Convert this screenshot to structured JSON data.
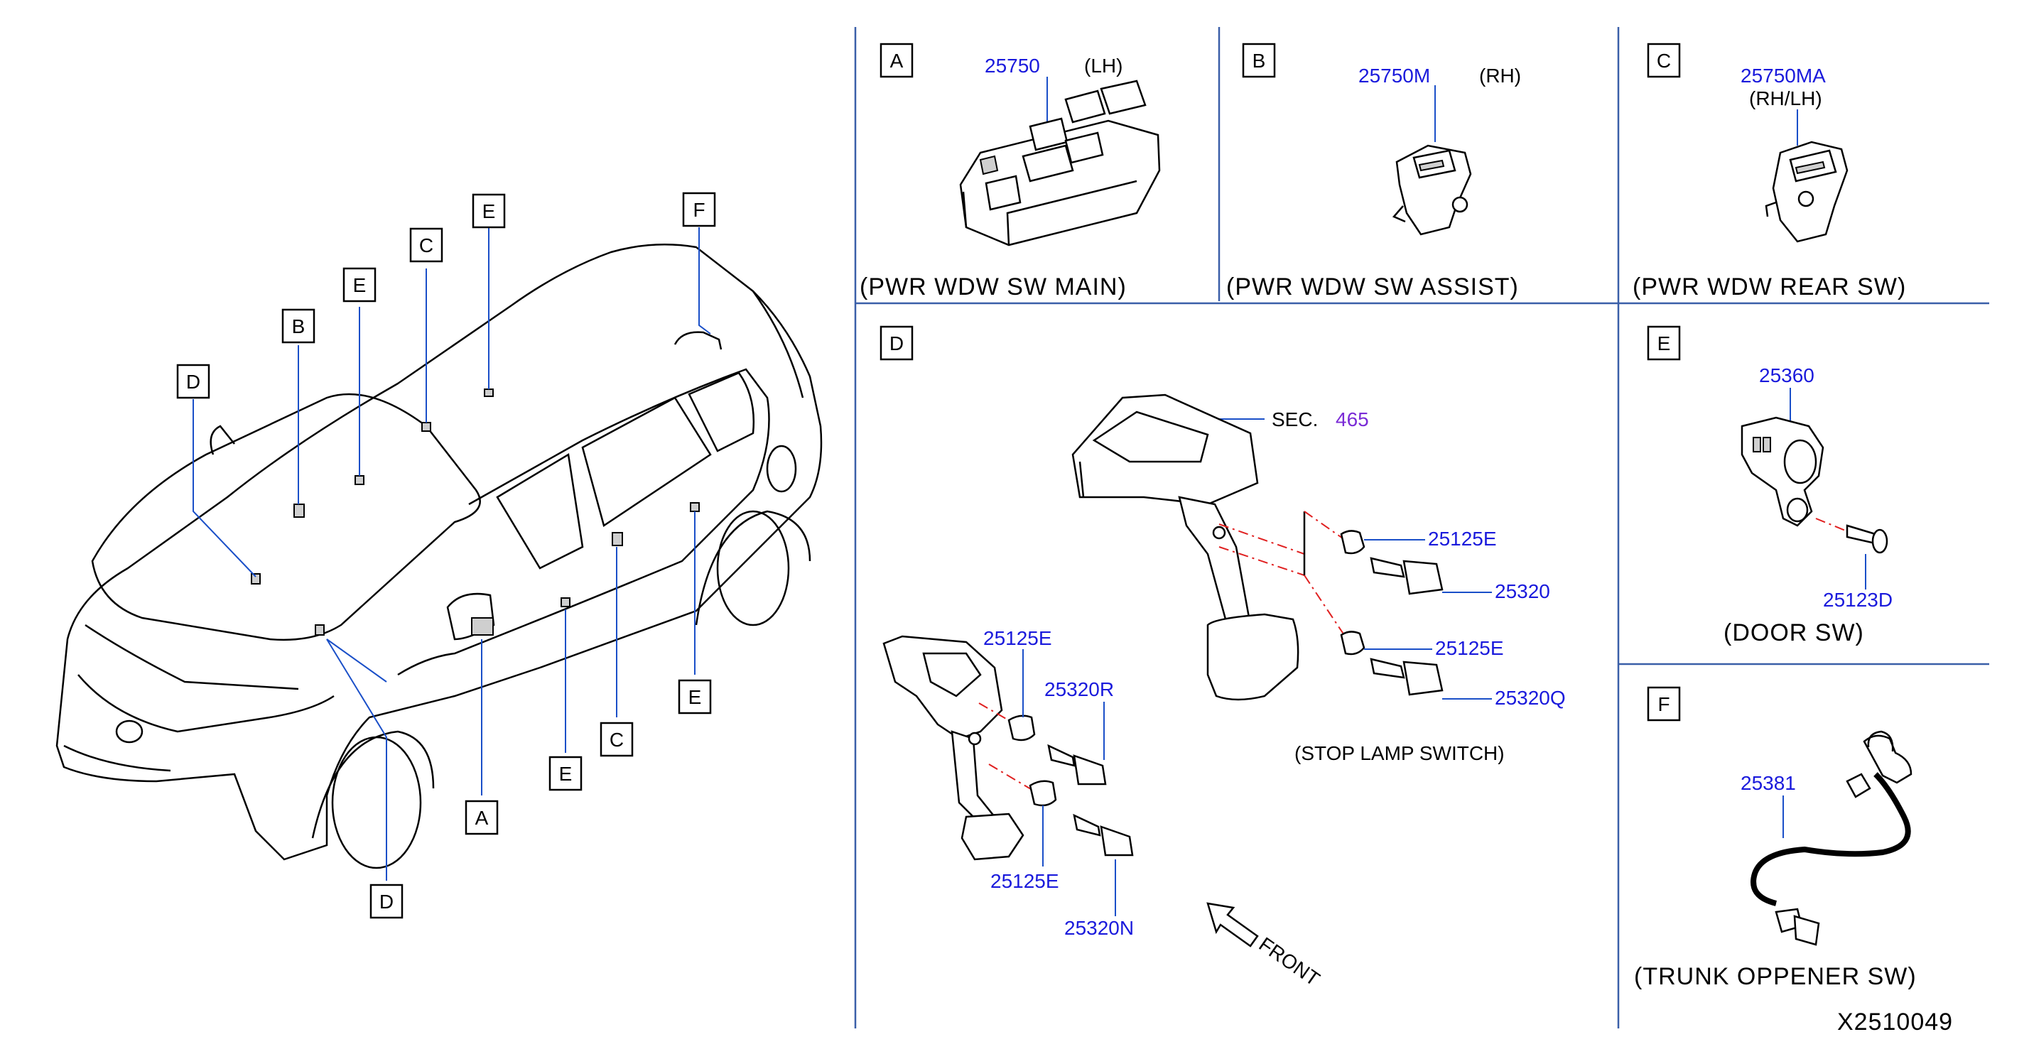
{
  "vehicle": {
    "callouts": [
      "A",
      "B",
      "C",
      "C",
      "D",
      "D",
      "E",
      "E",
      "E",
      "E",
      "F"
    ]
  },
  "panels": {
    "a": {
      "letter": "A",
      "part_number": "25750",
      "side": "(LH)",
      "caption": "(PWR   WDW       SW   MAIN)"
    },
    "b": {
      "letter": "B",
      "part_number": "25750M",
      "side": "(RH)",
      "caption": "(PWR   WDW       SW   ASSIST)"
    },
    "c": {
      "letter": "C",
      "part_number": "25750MA",
      "side": "(RH/LH)",
      "caption": "(PWR   WDW       REAR   SW)"
    },
    "d": {
      "letter": "D",
      "sec_label": "SEC.",
      "sec_number": "465",
      "parts": [
        "25125E",
        "25320",
        "25125E",
        "25320Q",
        "25125E",
        "25320R",
        "25125E",
        "25320N"
      ],
      "caption": "(STOP   LAMP   SWITCH)",
      "front": "FRONT"
    },
    "e": {
      "letter": "E",
      "part_number": "25360",
      "part_number_2": "25123D",
      "caption": "(DOOR   SW)"
    },
    "f": {
      "letter": "F",
      "part_number": "25381",
      "caption": "(TRUNK   OPPENER   SW)"
    }
  },
  "diagram_id": "X2510049",
  "colors": {
    "part_number": "#1a1adc",
    "section_ref": "#7a2bd6",
    "dashed_guide": "#e02020",
    "divider": "#3a5fa8"
  }
}
